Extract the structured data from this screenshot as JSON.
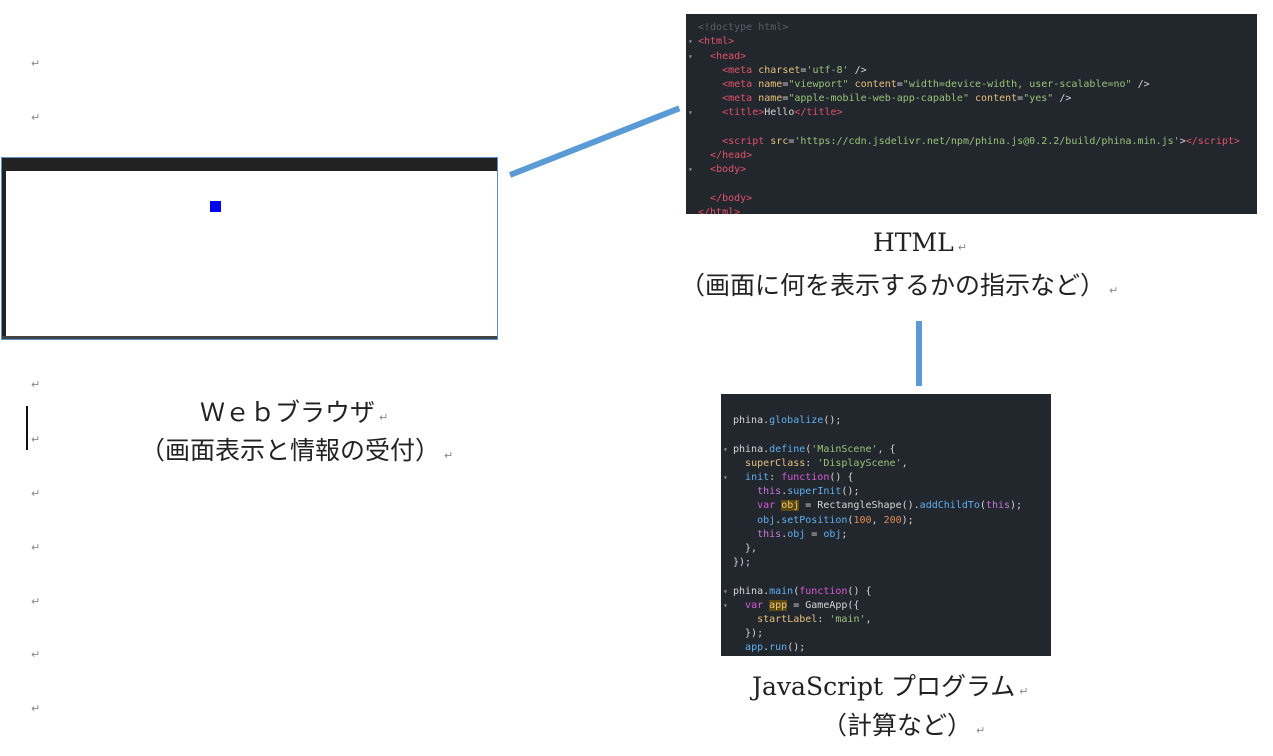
{
  "paragraph_mark": "↵",
  "browser": {
    "caption_line1": "Ｗｅｂブラウザ",
    "caption_line2": "（画面表示と情報の受付）"
  },
  "html_panel": {
    "caption_line1": "HTML",
    "caption_line2": "（画面に何を表示するかの指示など）"
  },
  "js_panel": {
    "caption_line1": "JavaScript プログラム",
    "caption_line2": "（計算など）"
  },
  "html_code": {
    "doctype": "<!doctype html>",
    "title_text": "Hello",
    "charset": "'utf-8'",
    "viewport_name": "\"viewport\"",
    "viewport_content": "\"width=device-width, user-scalable=no\"",
    "apple_name": "\"apple-mobile-web-app-capable\"",
    "apple_content": "\"yes\"",
    "script_src": "'https://cdn.jsdelivr.net/npm/phina.js@0.2.2/build/phina.min.js'"
  },
  "js_code": {
    "scene_name": "'MainScene'",
    "super_class": "'DisplayScene'",
    "pos_x": "100",
    "pos_y": "200",
    "start_label": "'main'"
  }
}
